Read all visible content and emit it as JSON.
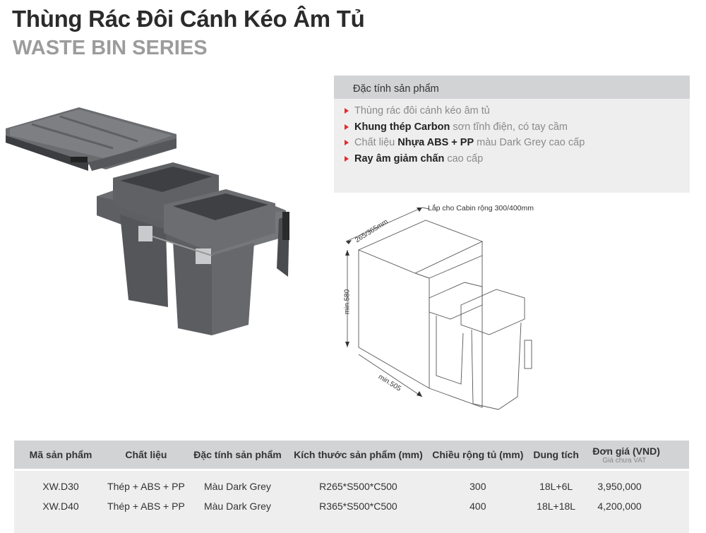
{
  "header": {
    "title": "Thùng Rác Đôi Cánh Kéo Âm Tủ",
    "subtitle": "WASTE BIN SERIES"
  },
  "product_image": {
    "alt": "Dark grey double pull-out waste bin with lid and soft-close runners",
    "color": "#5a5c60"
  },
  "features": {
    "heading": "Đặc tính sản phẩm",
    "bullet_color": "#e32b2b",
    "items": [
      {
        "bold": "",
        "pre": "",
        "text": "Thùng rác đôi cánh kéo âm tủ"
      },
      {
        "bold": "Khung thép Carbon",
        "pre": "",
        "text": " sơn tĩnh điện, có tay cầm"
      },
      {
        "pre": "Chất liệu ",
        "bold": "Nhựa ABS + PP",
        "text": " màu Dark Grey cao cấp"
      },
      {
        "bold": "Ray âm giảm chấn",
        "pre": "",
        "text": " cao cấp"
      }
    ]
  },
  "drawing": {
    "caption": "Lắp cho Cabin rộng 300/400mm",
    "dim_depth_top": "265/365mm",
    "dim_height": "min.580",
    "dim_depth_bottom": "min.505"
  },
  "table": {
    "headers": [
      {
        "label": "Mã sản phẩm"
      },
      {
        "label": "Chất liệu"
      },
      {
        "label": "Đặc tính sản phẩm"
      },
      {
        "label": "Kích thước sản phẩm (mm)"
      },
      {
        "label": "Chiều rộng tủ (mm)"
      },
      {
        "label": "Dung tích"
      },
      {
        "label": "Đơn giá (VND)",
        "sub": "Giá chưa VAT"
      }
    ],
    "rows": [
      [
        "XW.D30",
        "Thép + ABS + PP",
        "Màu Dark Grey",
        "R265*S500*C500",
        "300",
        "18L+6L",
        "3,950,000"
      ],
      [
        "XW.D40",
        "Thép + ABS + PP",
        "Màu Dark Grey",
        "R365*S500*C500",
        "400",
        "18L+18L",
        "4,200,000"
      ]
    ]
  }
}
